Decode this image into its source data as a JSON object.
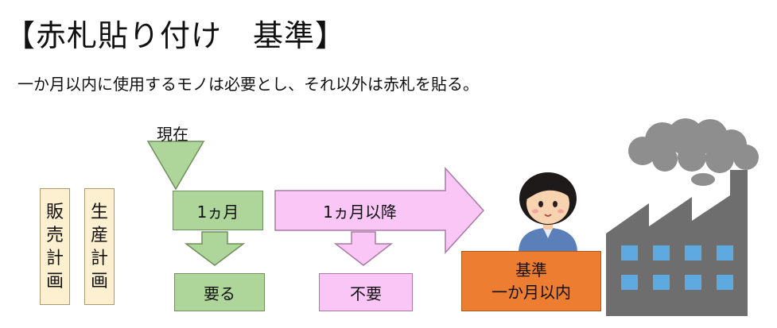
{
  "title": "【赤札貼り付け　基準】",
  "subtitle": "一か月以内に使用するモノは必要とし、それ以外は赤札を貼る。",
  "diagram": {
    "sales_plan": [
      "販",
      "売",
      "計",
      "画"
    ],
    "production_plan": [
      "生",
      "産",
      "計",
      "画"
    ],
    "now_label": "現在",
    "one_month_label": "1ヵ月",
    "after_one_month_label": "1ヵ月以降",
    "needed_label": "要る",
    "not_needed_label": "不要",
    "standard_line1": "基準",
    "standard_line2": "一か月以内"
  },
  "colors": {
    "green_fill": "#aed69a",
    "pink_fill": "#f9c6f6",
    "cream_fill": "#fdf0d0",
    "orange_fill": "#ed7d31",
    "factory_gray": "#6e6e6e",
    "window_blue": "#5da9e0"
  },
  "icons": [
    "worker-woman-illustration",
    "factory-illustration"
  ]
}
